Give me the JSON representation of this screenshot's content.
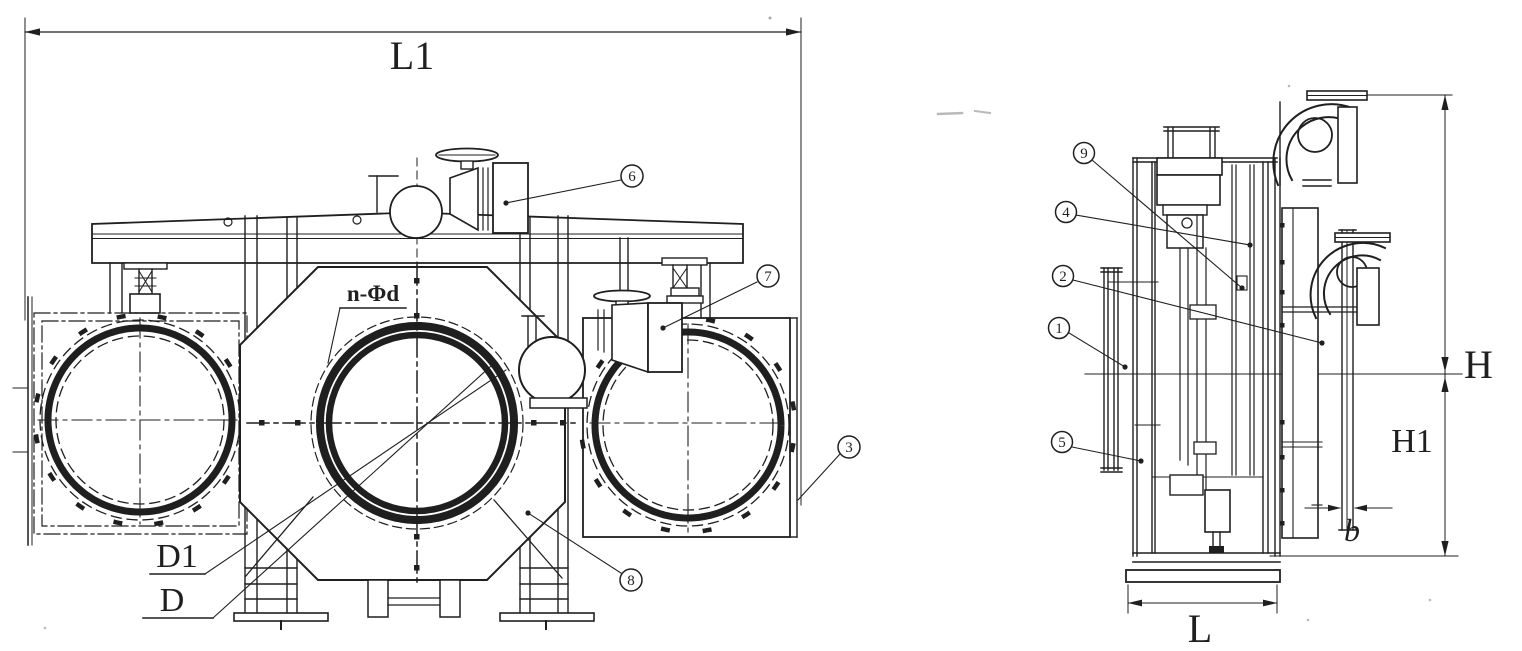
{
  "drawing": {
    "front_view": {
      "dim_length_overall": "L1",
      "bolt_holes_spec": "n-Φd",
      "dim_bolt_circle": "D1",
      "dim_bore": "D",
      "callouts": {
        "c3": "3",
        "c6": "6",
        "c7": "7",
        "c8": "8"
      }
    },
    "side_view": {
      "dim_height_upper": "H",
      "dim_height_lower": "H1",
      "dim_base_length": "L",
      "dim_plate_thickness": "b",
      "callouts": {
        "c1": "1",
        "c2": "2",
        "c4": "4",
        "c5": "5",
        "c9": "9"
      }
    },
    "colors": {
      "line": "#1f1f1f",
      "background": "#ffffff"
    }
  }
}
